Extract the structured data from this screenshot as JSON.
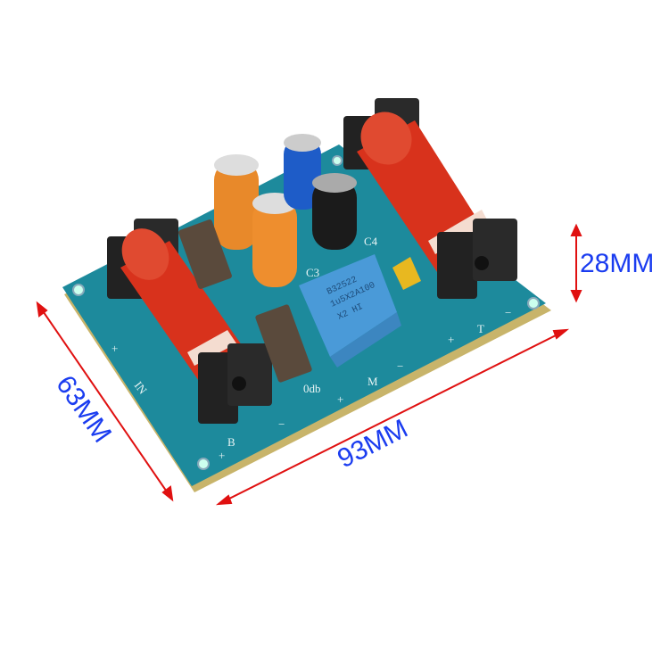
{
  "dimensions": {
    "height": "28MM",
    "width": "63MM",
    "length": "93MM"
  },
  "board_labels": {
    "input": "IN",
    "bass": "B",
    "mid": "M",
    "treble": "T",
    "attenuator": "0db",
    "c3": "C3",
    "c4": "C4",
    "plus": "+",
    "minus": "−"
  },
  "film_capacitor": {
    "line1": "B32522",
    "line2": "1u5X2A100",
    "line3": "X2 HI"
  },
  "colors": {
    "board": "#1d8a9c",
    "coil": "#d8321c",
    "dimension_line": "#e01010",
    "dimension_text": "#1a3cf0"
  }
}
